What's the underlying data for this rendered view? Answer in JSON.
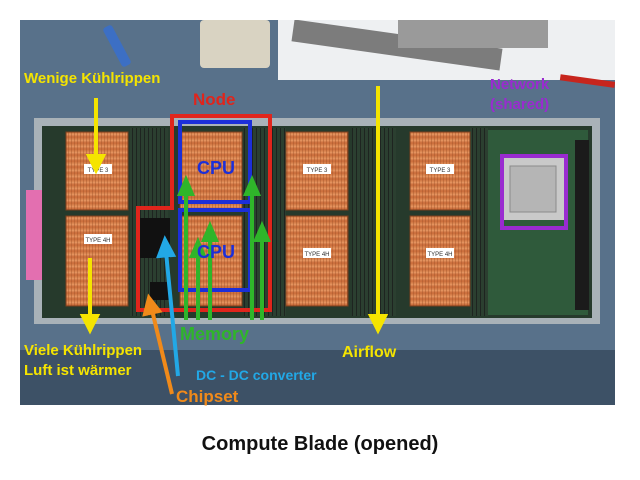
{
  "labels": {
    "wenige": "Wenige Kühlrippen",
    "node": "Node",
    "network_line1": "Network",
    "network_line2": "(shared)",
    "cpu_top": "CPU",
    "cpu_bottom": "CPU",
    "memory": "Memory",
    "viele_line1": "Viele Kühlrippen",
    "viele_line2": "Luft ist wärmer",
    "airflow": "Airflow",
    "dcdc": "DC - DC converter",
    "chipset": "Chipset"
  },
  "heatsink_labels": [
    "TYPE 3",
    "TYPE 4H",
    "TYPE 3",
    "TYPE 4H",
    "TYPE 3",
    "TYPE 4H"
  ],
  "caption": "Compute Blade (opened)",
  "colors": {
    "annotation_yellow": "#f5e400",
    "node_red": "#e0251c",
    "network_purple": "#9a2bd0",
    "cpu_blue": "#1c2fd8",
    "memory_green": "#2fb52a",
    "dcdc_cyan": "#22a8e6",
    "chipset_orange": "#f08a1a",
    "copper": "#d9804a",
    "pcb_green": "#2f4a34"
  }
}
